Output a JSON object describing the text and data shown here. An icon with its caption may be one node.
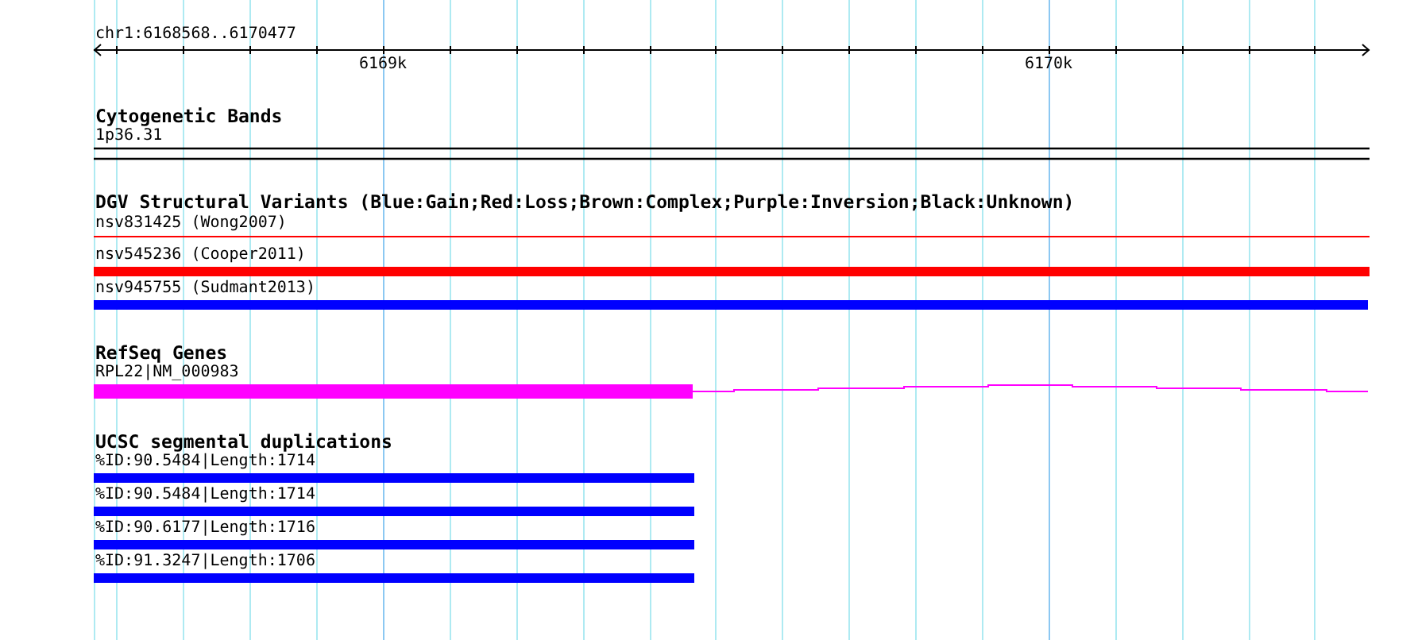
{
  "diagram": {
    "labels": [
      "chr1:6168568..6170477",
      "6169k",
      "6170k",
      "Cytogenetic Bands",
      "1p36.31",
      "DGV Structural Variants (Blue:Gain;Red:Loss;Brown:Complex;Purple:Inversion;Black:Unknown)",
      "nsv831425 (Wong2007)",
      "nsv545236 (Cooper2011)",
      "nsv945755 (Sudmant2013)",
      "RefSeq Genes",
      "RPL22|NM_000983",
      "UCSC segmental duplications",
      "%ID:90.5484|Length:1714",
      "%ID:90.5484|Length:1714",
      "%ID:90.6177|Length:1716",
      "%ID:91.3247|Length:1706"
    ]
  }
}
